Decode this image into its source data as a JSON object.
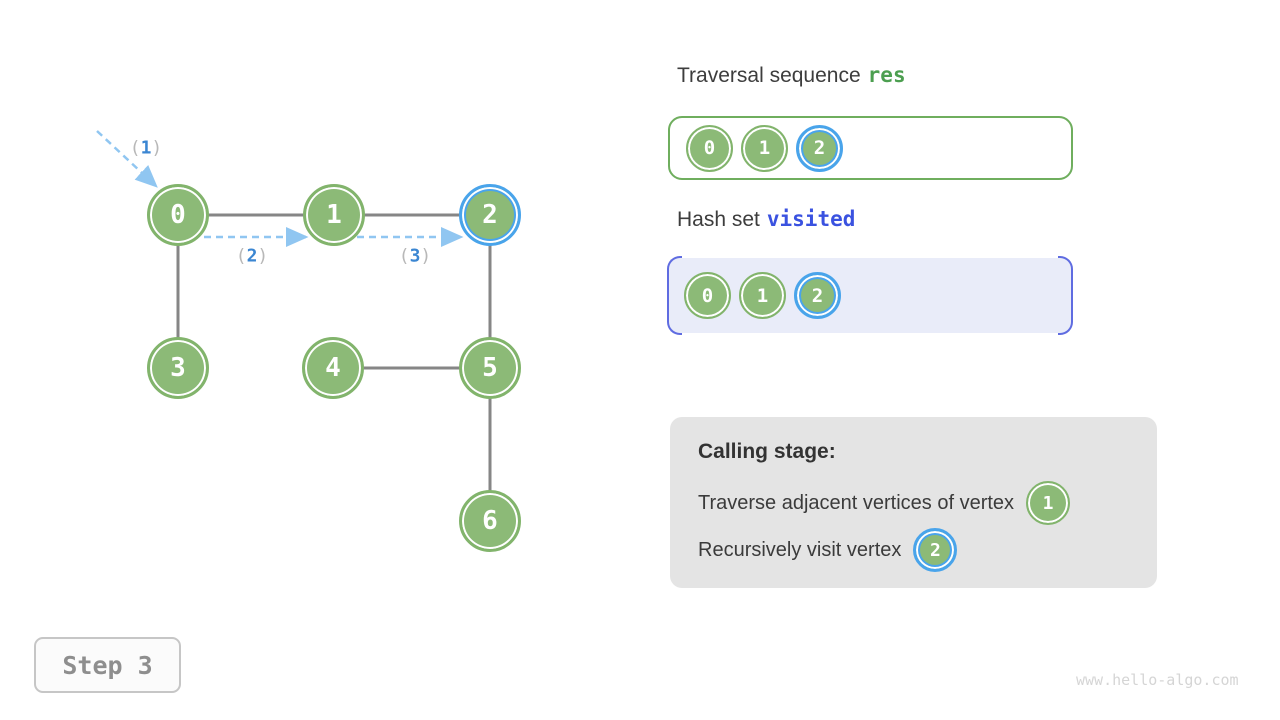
{
  "graph": {
    "nodes": [
      {
        "id": "0",
        "highlighted": false
      },
      {
        "id": "1",
        "highlighted": false
      },
      {
        "id": "2",
        "highlighted": true
      },
      {
        "id": "3",
        "highlighted": false
      },
      {
        "id": "4",
        "highlighted": false
      },
      {
        "id": "5",
        "highlighted": false
      },
      {
        "id": "6",
        "highlighted": false
      }
    ],
    "edges": [
      [
        "0",
        "1"
      ],
      [
        "1",
        "2"
      ],
      [
        "0",
        "3"
      ],
      [
        "2",
        "5"
      ],
      [
        "4",
        "5"
      ],
      [
        "5",
        "6"
      ]
    ],
    "visit_steps": [
      {
        "open": "(",
        "num": "1",
        "close": ")"
      },
      {
        "open": "(",
        "num": "2",
        "close": ")"
      },
      {
        "open": "(",
        "num": "3",
        "close": ")"
      }
    ]
  },
  "traversal_panel": {
    "title_text": "Traversal sequence",
    "title_code": "res",
    "items": [
      {
        "id": "0",
        "highlighted": false
      },
      {
        "id": "1",
        "highlighted": false
      },
      {
        "id": "2",
        "highlighted": true
      }
    ]
  },
  "hashset_panel": {
    "title_text": "Hash set",
    "title_code": "visited",
    "items": [
      {
        "id": "0",
        "highlighted": false
      },
      {
        "id": "1",
        "highlighted": false
      },
      {
        "id": "2",
        "highlighted": true
      }
    ]
  },
  "calling_panel": {
    "title": "Calling stage:",
    "lines": [
      {
        "text": "Traverse adjacent vertices of vertex",
        "node": {
          "id": "1",
          "highlighted": false
        }
      },
      {
        "text": "Recursively visit vertex",
        "node": {
          "id": "2",
          "highlighted": true
        }
      }
    ]
  },
  "step_badge": {
    "label": "Step 3"
  },
  "watermark": {
    "text": "www.hello-algo.com"
  },
  "colors": {
    "node_green": "#8CBA77",
    "node_green_border": "#82B46C",
    "highlight_blue": "#49A4EB",
    "code_green": "#4C9F50",
    "code_blue": "#3A52E0",
    "hashset_bg": "#E9ECF9",
    "hashset_border": "#5F6CE1",
    "edge_gray": "#868686",
    "arrow_blue": "#90C6F1",
    "label_num_blue": "#3B86D2",
    "label_paren_gray": "#B8B8B8",
    "panel_bg": "#E4E4E4",
    "res_border": "#6FAE5E"
  }
}
